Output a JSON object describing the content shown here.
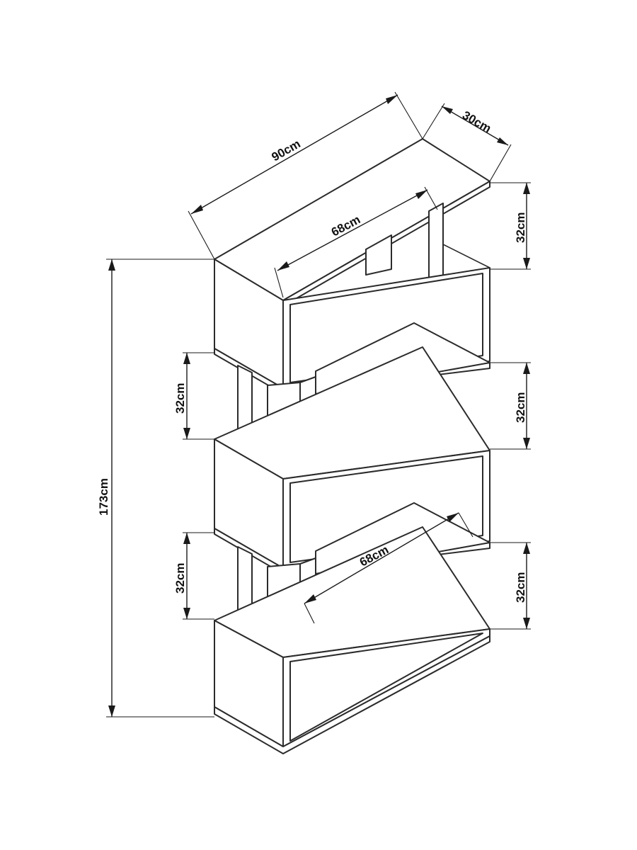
{
  "dimensions": {
    "width": "90cm",
    "depth": "30cm",
    "inner_width_top": "68cm",
    "inner_width_lower": "68cm",
    "height_total": "173cm",
    "right_top": "32cm",
    "right_mid": "32cm",
    "right_bottom": "32cm",
    "left_upper": "32cm",
    "left_lower": "32cm"
  }
}
